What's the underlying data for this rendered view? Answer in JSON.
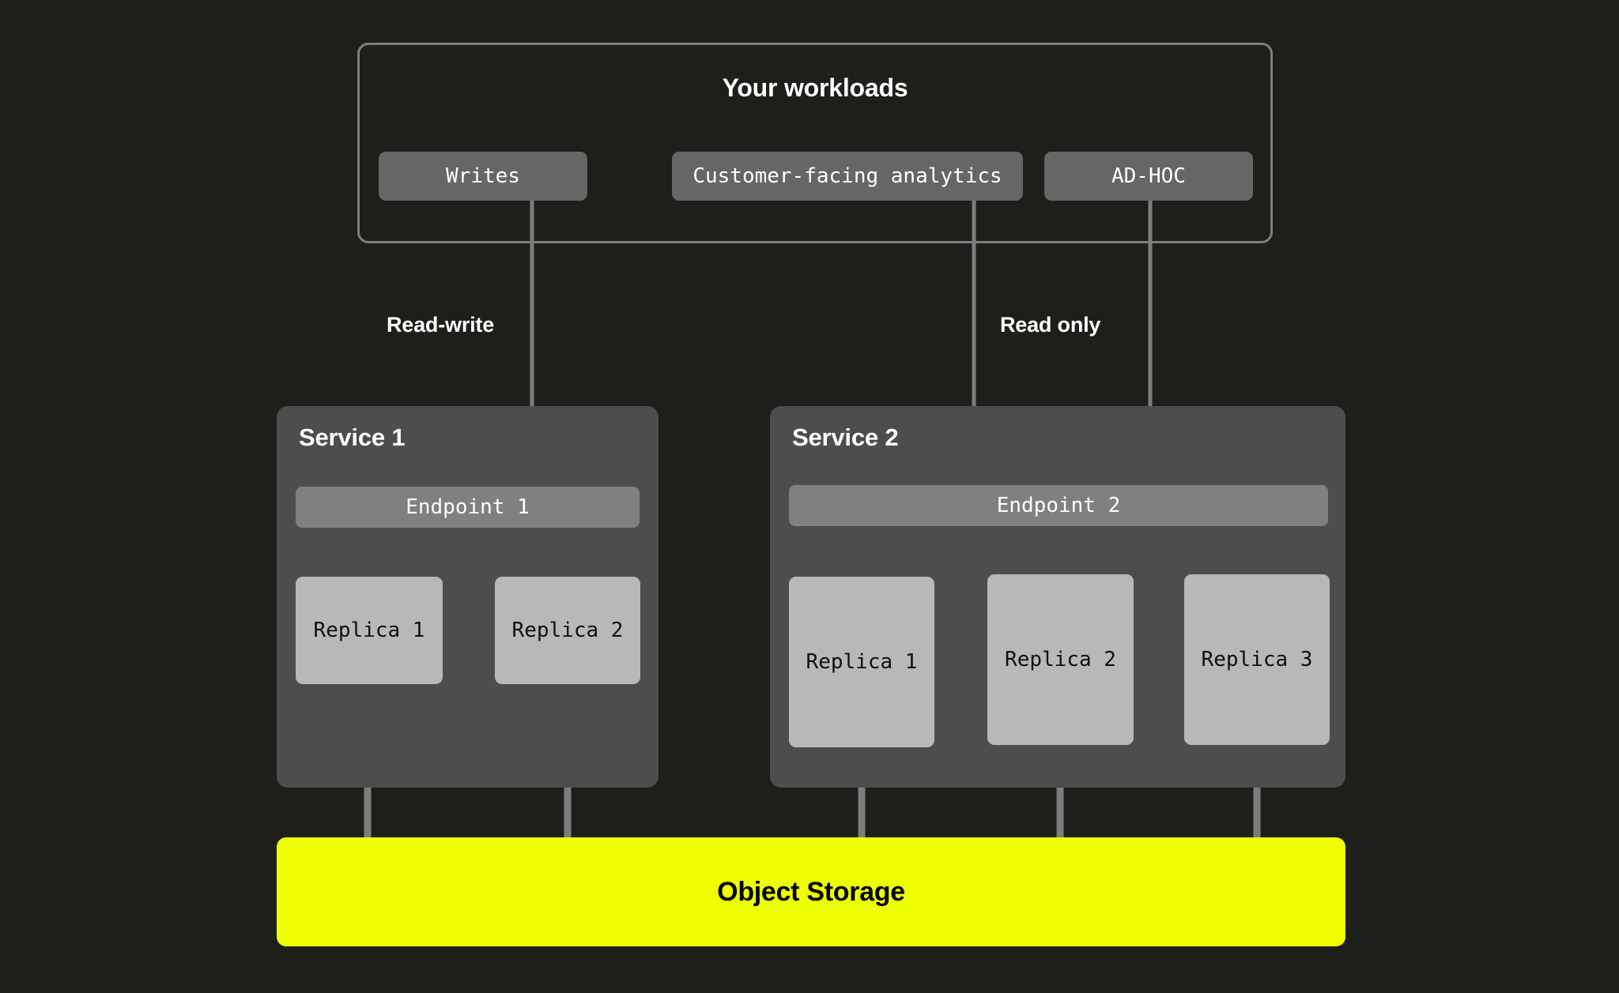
{
  "background_color": "#1e1f1b",
  "diagram": {
    "workloads": {
      "title": "Your workloads",
      "border_color": "#7d7d7d",
      "items": [
        {
          "label": "Writes"
        },
        {
          "label": "Customer-facing analytics"
        },
        {
          "label": "AD-HOC"
        }
      ]
    },
    "edge_labels": [
      {
        "label": "Read-write"
      },
      {
        "label": "Read only"
      }
    ],
    "services": [
      {
        "title": "Service 1",
        "panel_color": "#4d4d4d",
        "endpoint": "Endpoint 1",
        "endpoint_color": "#808080",
        "replica_color": "#b8b8b8",
        "replicas": [
          {
            "label": "Replica 1"
          },
          {
            "label": "Replica 2"
          }
        ]
      },
      {
        "title": "Service 2",
        "panel_color": "#4d4d4d",
        "endpoint": "Endpoint 2",
        "endpoint_color": "#808080",
        "replica_color": "#b8b8b8",
        "replicas": [
          {
            "label": "Replica 1"
          },
          {
            "label": "Replica 2"
          },
          {
            "label": "Replica 3"
          }
        ]
      }
    ],
    "storage": {
      "label": "Object Storage",
      "color": "#eeff00",
      "text_color": "#000000"
    },
    "connector_color": "#7d7d7d"
  }
}
